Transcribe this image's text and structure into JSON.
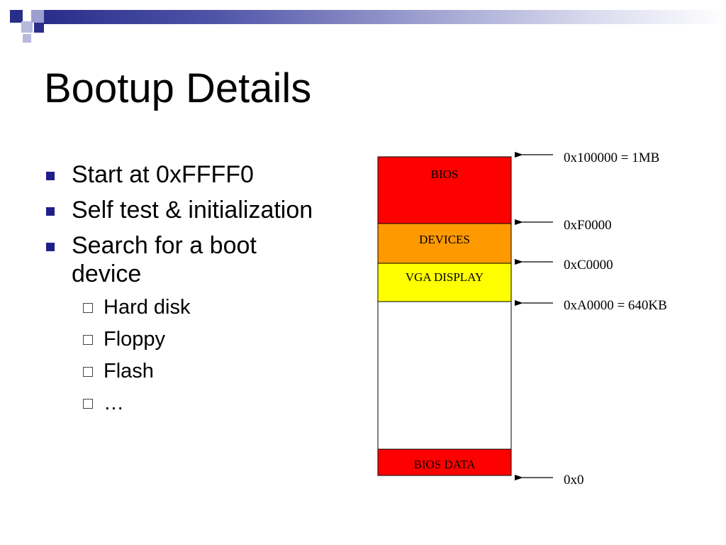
{
  "slide": {
    "title": "Bootup Details",
    "bullets": [
      {
        "text": "Start at 0xFFFF0",
        "level": 1
      },
      {
        "text": "Self test & initialization",
        "level": 1
      },
      {
        "text": "Search for a boot device",
        "level": 1
      },
      {
        "text": "Hard disk",
        "level": 2
      },
      {
        "text": "Floppy",
        "level": 2
      },
      {
        "text": "Flash",
        "level": 2
      },
      {
        "text": "…",
        "level": 2
      }
    ]
  },
  "memory_map": {
    "regions": [
      {
        "label": "BIOS",
        "color": "#ff0000"
      },
      {
        "label": "DEVICES",
        "color": "#ff9900"
      },
      {
        "label": "VGA DISPLAY",
        "color": "#ffff00"
      },
      {
        "label": "",
        "color": "#ffffff"
      },
      {
        "label": "BIOS DATA",
        "color": "#ff0000"
      }
    ],
    "addresses": [
      "0x100000 = 1MB",
      "0xF0000",
      "0xC0000",
      "0xA0000 = 640KB",
      "0x0"
    ]
  },
  "colors": {
    "accent": "#2a2e8a",
    "accent_light": "#9c9fcf"
  }
}
